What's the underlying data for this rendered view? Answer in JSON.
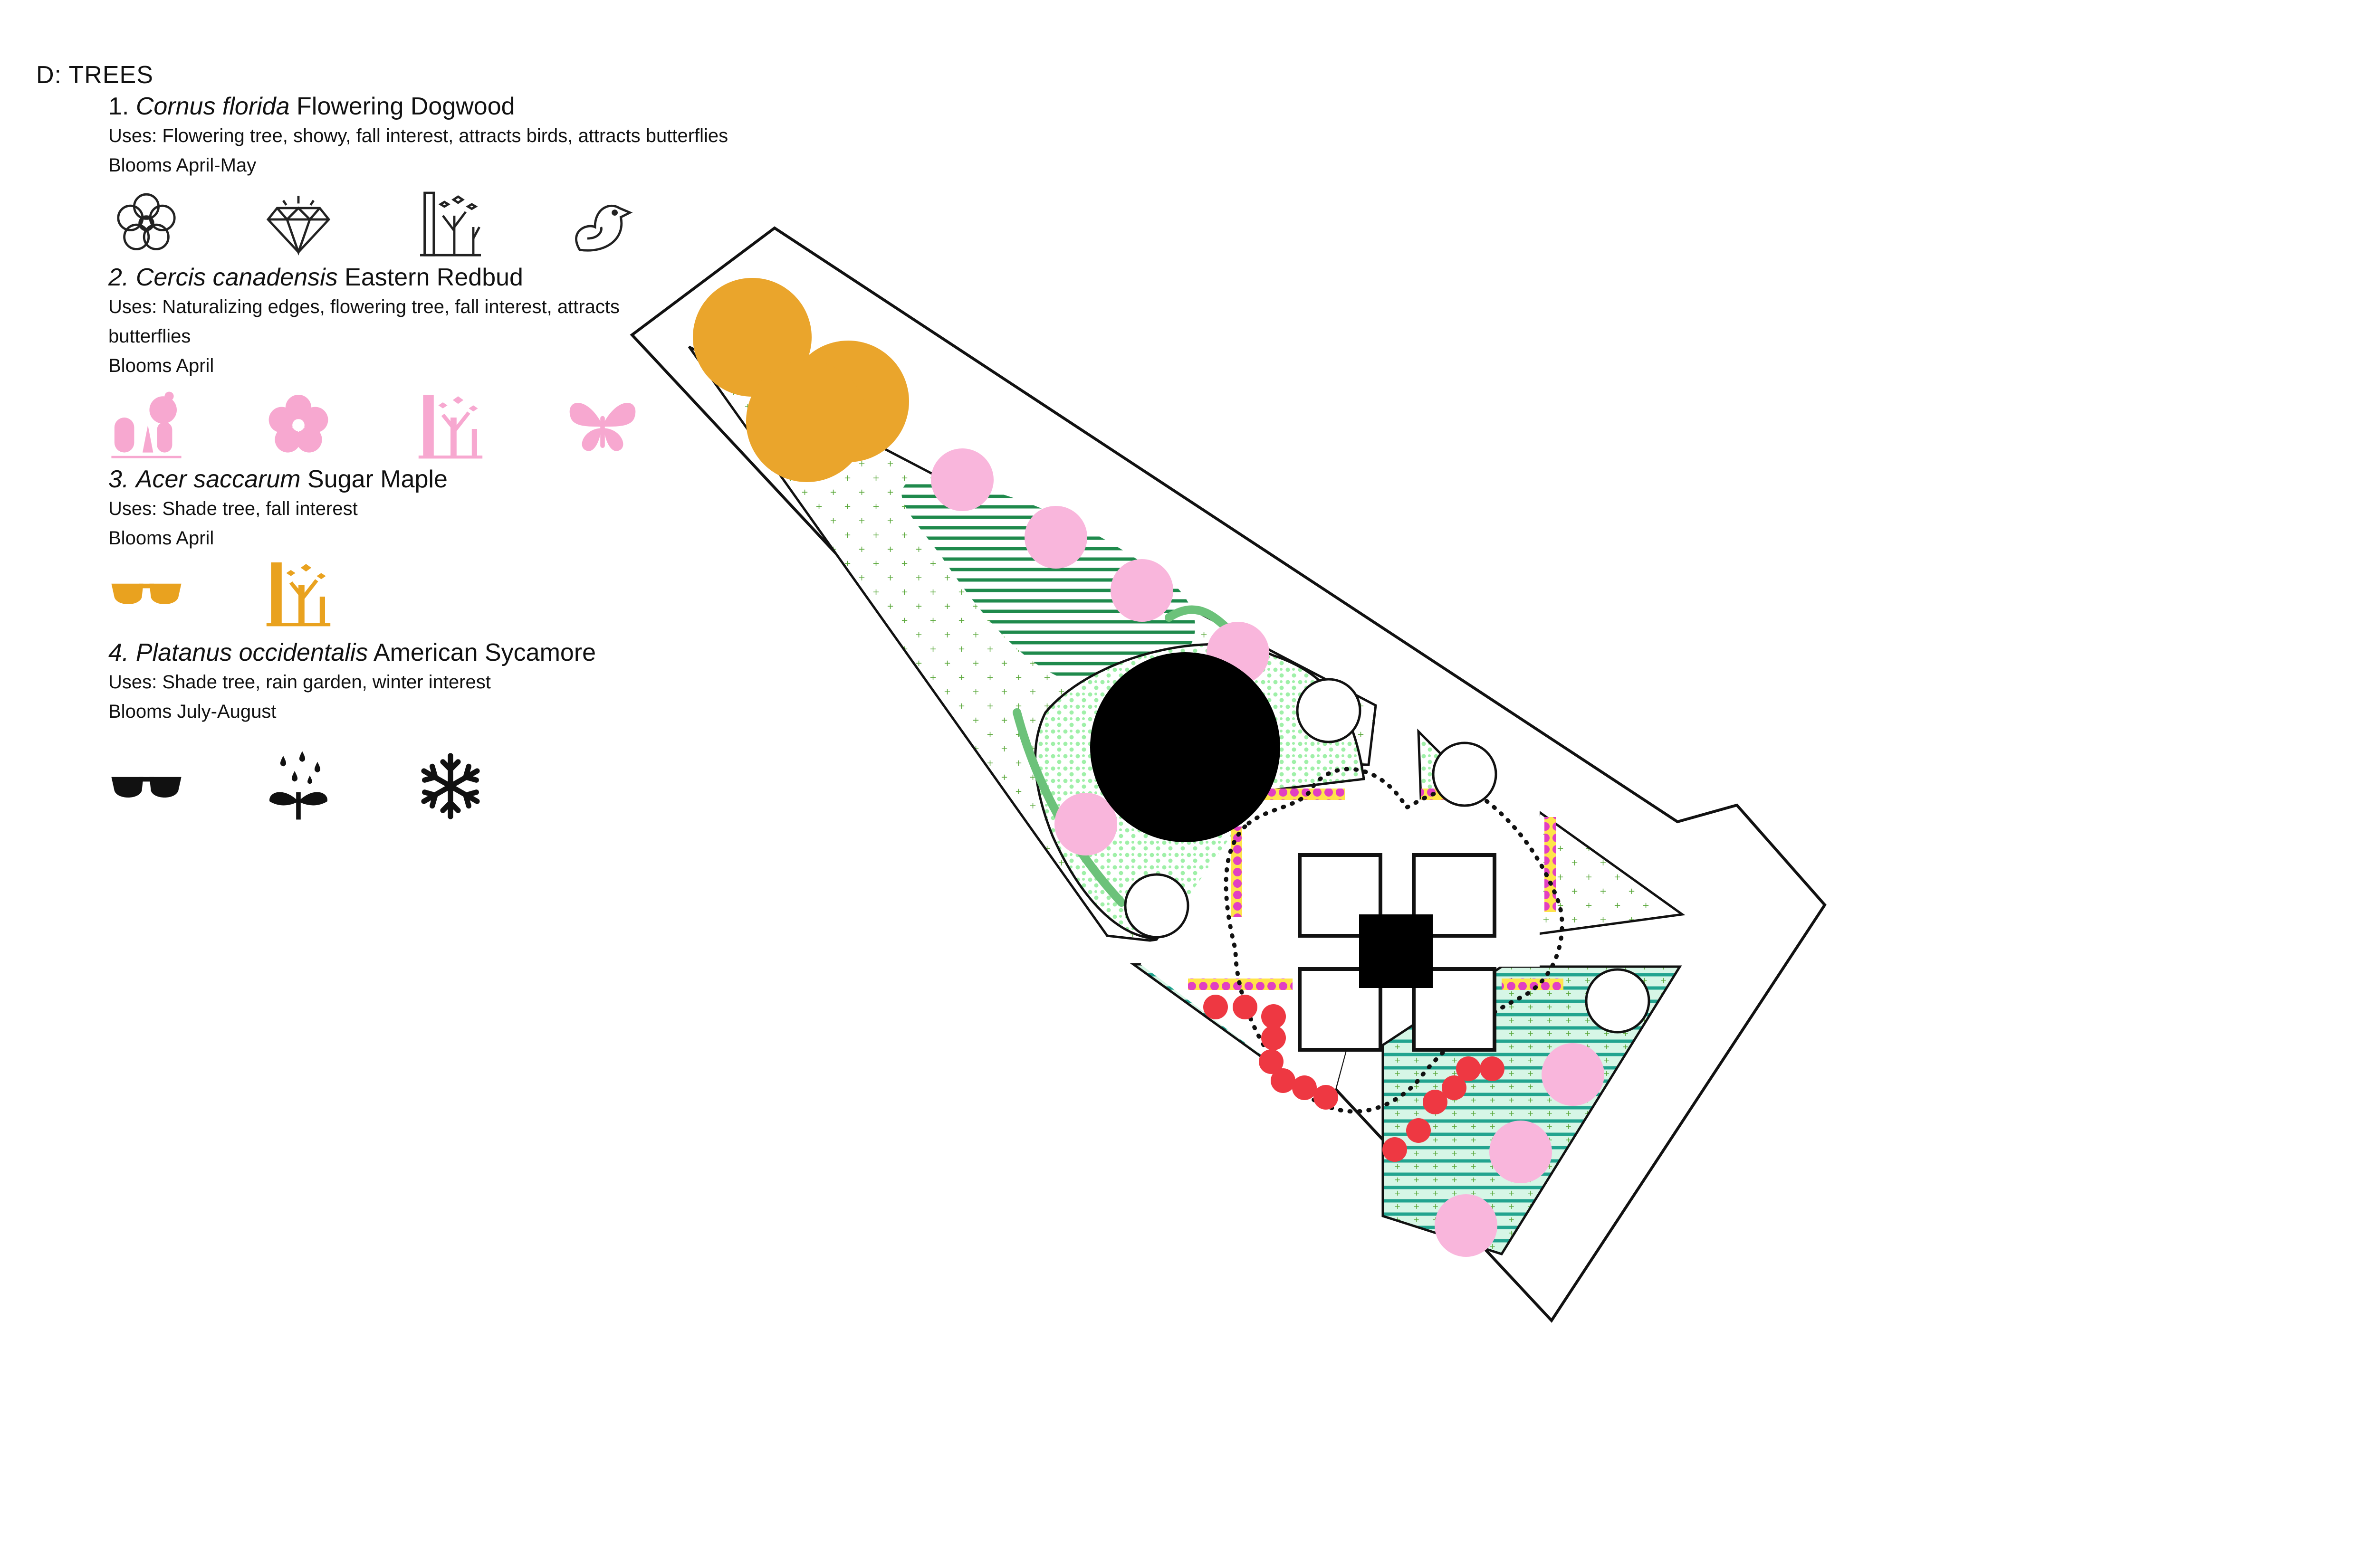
{
  "legend": {
    "title": "D: TREES",
    "species": [
      {
        "num": "1.",
        "latin": "Cornus florida",
        "common": "Flowering Dogwood",
        "uses": "Uses: Flowering tree, showy, fall interest, attracts birds, attracts butterflies",
        "bloom": "Blooms April-May",
        "color": "#222222",
        "icons": [
          "flower-icon",
          "gem-icon",
          "fall-trees-icon",
          "bird-icon"
        ]
      },
      {
        "num": "2.",
        "latin": "Cercis canadensis",
        "common": "Eastern Redbud",
        "uses": "Uses: Naturalizing edges, flowering tree, fall interest, attracts butterflies",
        "bloom": "Blooms April",
        "color": "#f7a8d0",
        "icons": [
          "naturalizing-trees-icon",
          "flower-icon",
          "fall-trees-icon",
          "butterfly-icon"
        ]
      },
      {
        "num": "3.",
        "latin": "Acer saccarum",
        "common": "Sugar Maple",
        "uses": "Uses: Shade tree, fall interest",
        "bloom": "Blooms April",
        "color": "#e9a21f",
        "icons": [
          "sunglasses-icon",
          "fall-trees-icon"
        ]
      },
      {
        "num": "4.",
        "latin": "Platanus occidentalis",
        "common": "American Sycamore",
        "uses": "Uses: Shade tree, rain garden, winter interest",
        "bloom": "Blooms July-August",
        "color": "#111111",
        "icons": [
          "sunglasses-icon",
          "rain-garden-icon",
          "snowflake-icon"
        ]
      }
    ]
  },
  "plan": {
    "colors": {
      "sugar_maple": "#eaa52c",
      "redbud": "#f9b6dc",
      "sycamore": "#000000",
      "dogwood": "#ffffff",
      "red_shrub": "#ee3842",
      "dark_green": "#1f8a4c",
      "light_green": "#9ff0a8",
      "teal": "#22a48f",
      "path_green": "#6cc27a",
      "magenta_edge": "#e23fc2",
      "yellow_edge": "#ffe44a"
    }
  }
}
